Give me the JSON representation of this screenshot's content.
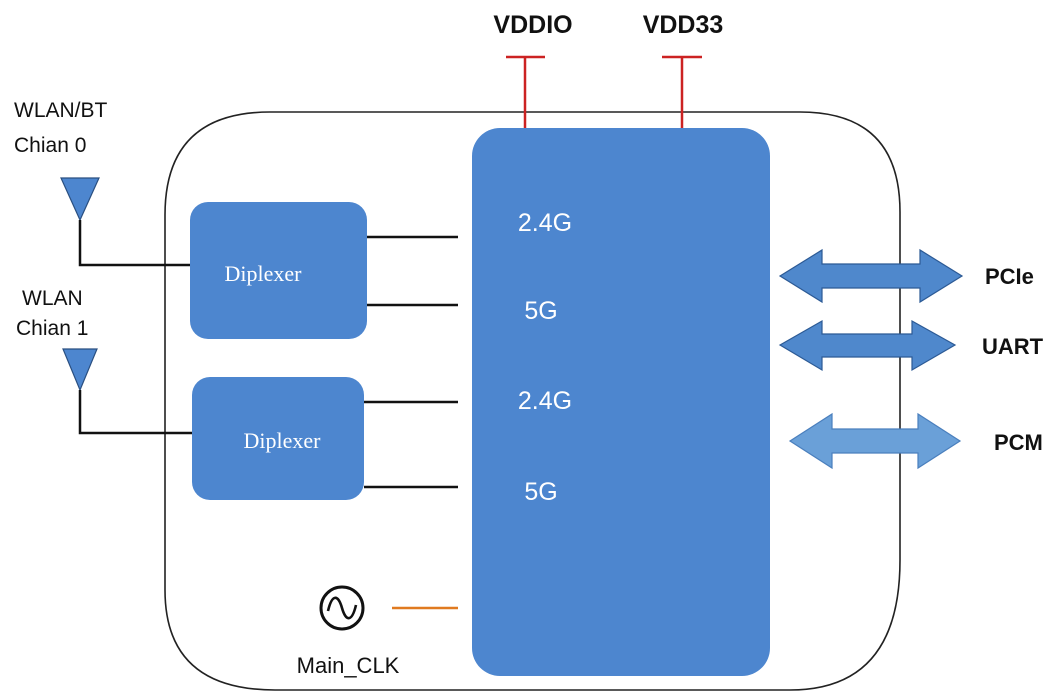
{
  "power": {
    "vddio": "VDDIO",
    "vdd33": "VDD33"
  },
  "antennas": {
    "chain0_line1": "WLAN/BT",
    "chain0_line2": "Chian 0",
    "chain1_line1": "WLAN",
    "chain1_line2": "Chian 1"
  },
  "diplexers": {
    "top": "Diplexer",
    "bottom": "Diplexer"
  },
  "chip": {
    "bands": [
      "2.4G",
      "5G",
      "2.4G",
      "5G"
    ]
  },
  "interfaces": {
    "pcie": "PCIe",
    "uart": "UART",
    "pcm": "PCM"
  },
  "clock": {
    "label": "Main_CLK"
  },
  "colors": {
    "block_blue": "#4d86cf",
    "arrow_blue": "#4f88cc",
    "arrow_blue_light": "#6aa0d8",
    "power_red": "#cc2222",
    "clock_orange": "#e07a20",
    "wire": "#111111"
  }
}
